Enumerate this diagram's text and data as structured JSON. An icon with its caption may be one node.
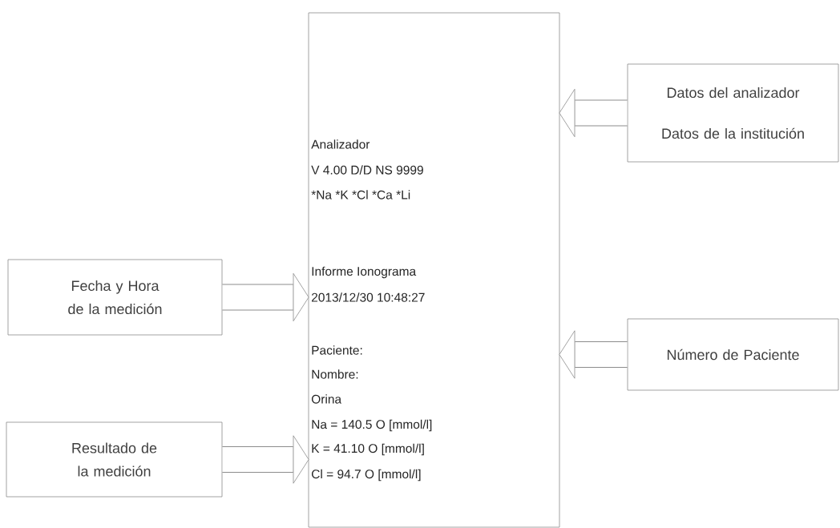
{
  "diagram": {
    "nodes": [
      {
        "text": [
          "Analizador",
          "V 4.00 D/D NS 9999",
          "*Na  *K  *Cl  *Ca  *Li",
          "Informe Ionograma",
          "2013/12/30   10:48:27",
          "Paciente:",
          "Nombre:",
          "Orina",
          "Na = 140.5 O   [mmol/l]",
          "K  = 41.10 O   [mmol/l]",
          "Cl = 94.7  O   [mmol/l]"
        ]
      },
      {
        "text": [
          "Datos del analizador",
          "Datos de la institución"
        ]
      },
      {
        "text": [
          "Fecha y Hora de la medición"
        ]
      },
      {
        "text": [
          "Número de Paciente"
        ]
      },
      {
        "text": [
          "Resultado de la medición"
        ]
      }
    ],
    "edges": [
      {
        "from": 1,
        "to": 0,
        "arrow": "to"
      },
      {
        "from": 2,
        "to": 0,
        "arrow": "to"
      },
      {
        "from": 3,
        "to": 0,
        "arrow": "to"
      },
      {
        "from": 4,
        "to": 0,
        "arrow": "to"
      }
    ]
  }
}
